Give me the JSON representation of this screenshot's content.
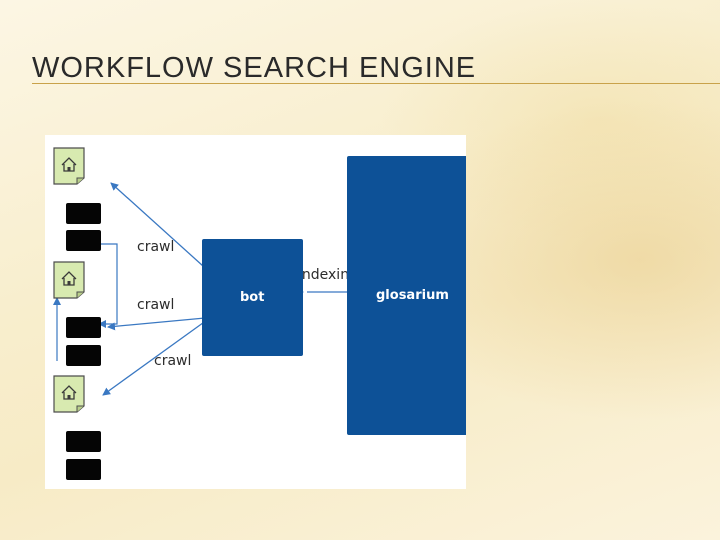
{
  "slide": {
    "title": "WORKFLOW SEARCH ENGINE"
  },
  "diagram": {
    "labels": {
      "crawl_1": "crawl",
      "crawl_2": "crawl",
      "crawl_3": "crawl",
      "indexing": "indexing",
      "bot": "bot",
      "glosarium": "glosarium"
    },
    "page_icon": "house-page-icon",
    "colors": {
      "box_fill": "#0d5197",
      "arrow": "#3a78c2",
      "page_fill": "#d8eab0",
      "page_stroke": "#4d4d4d"
    }
  }
}
